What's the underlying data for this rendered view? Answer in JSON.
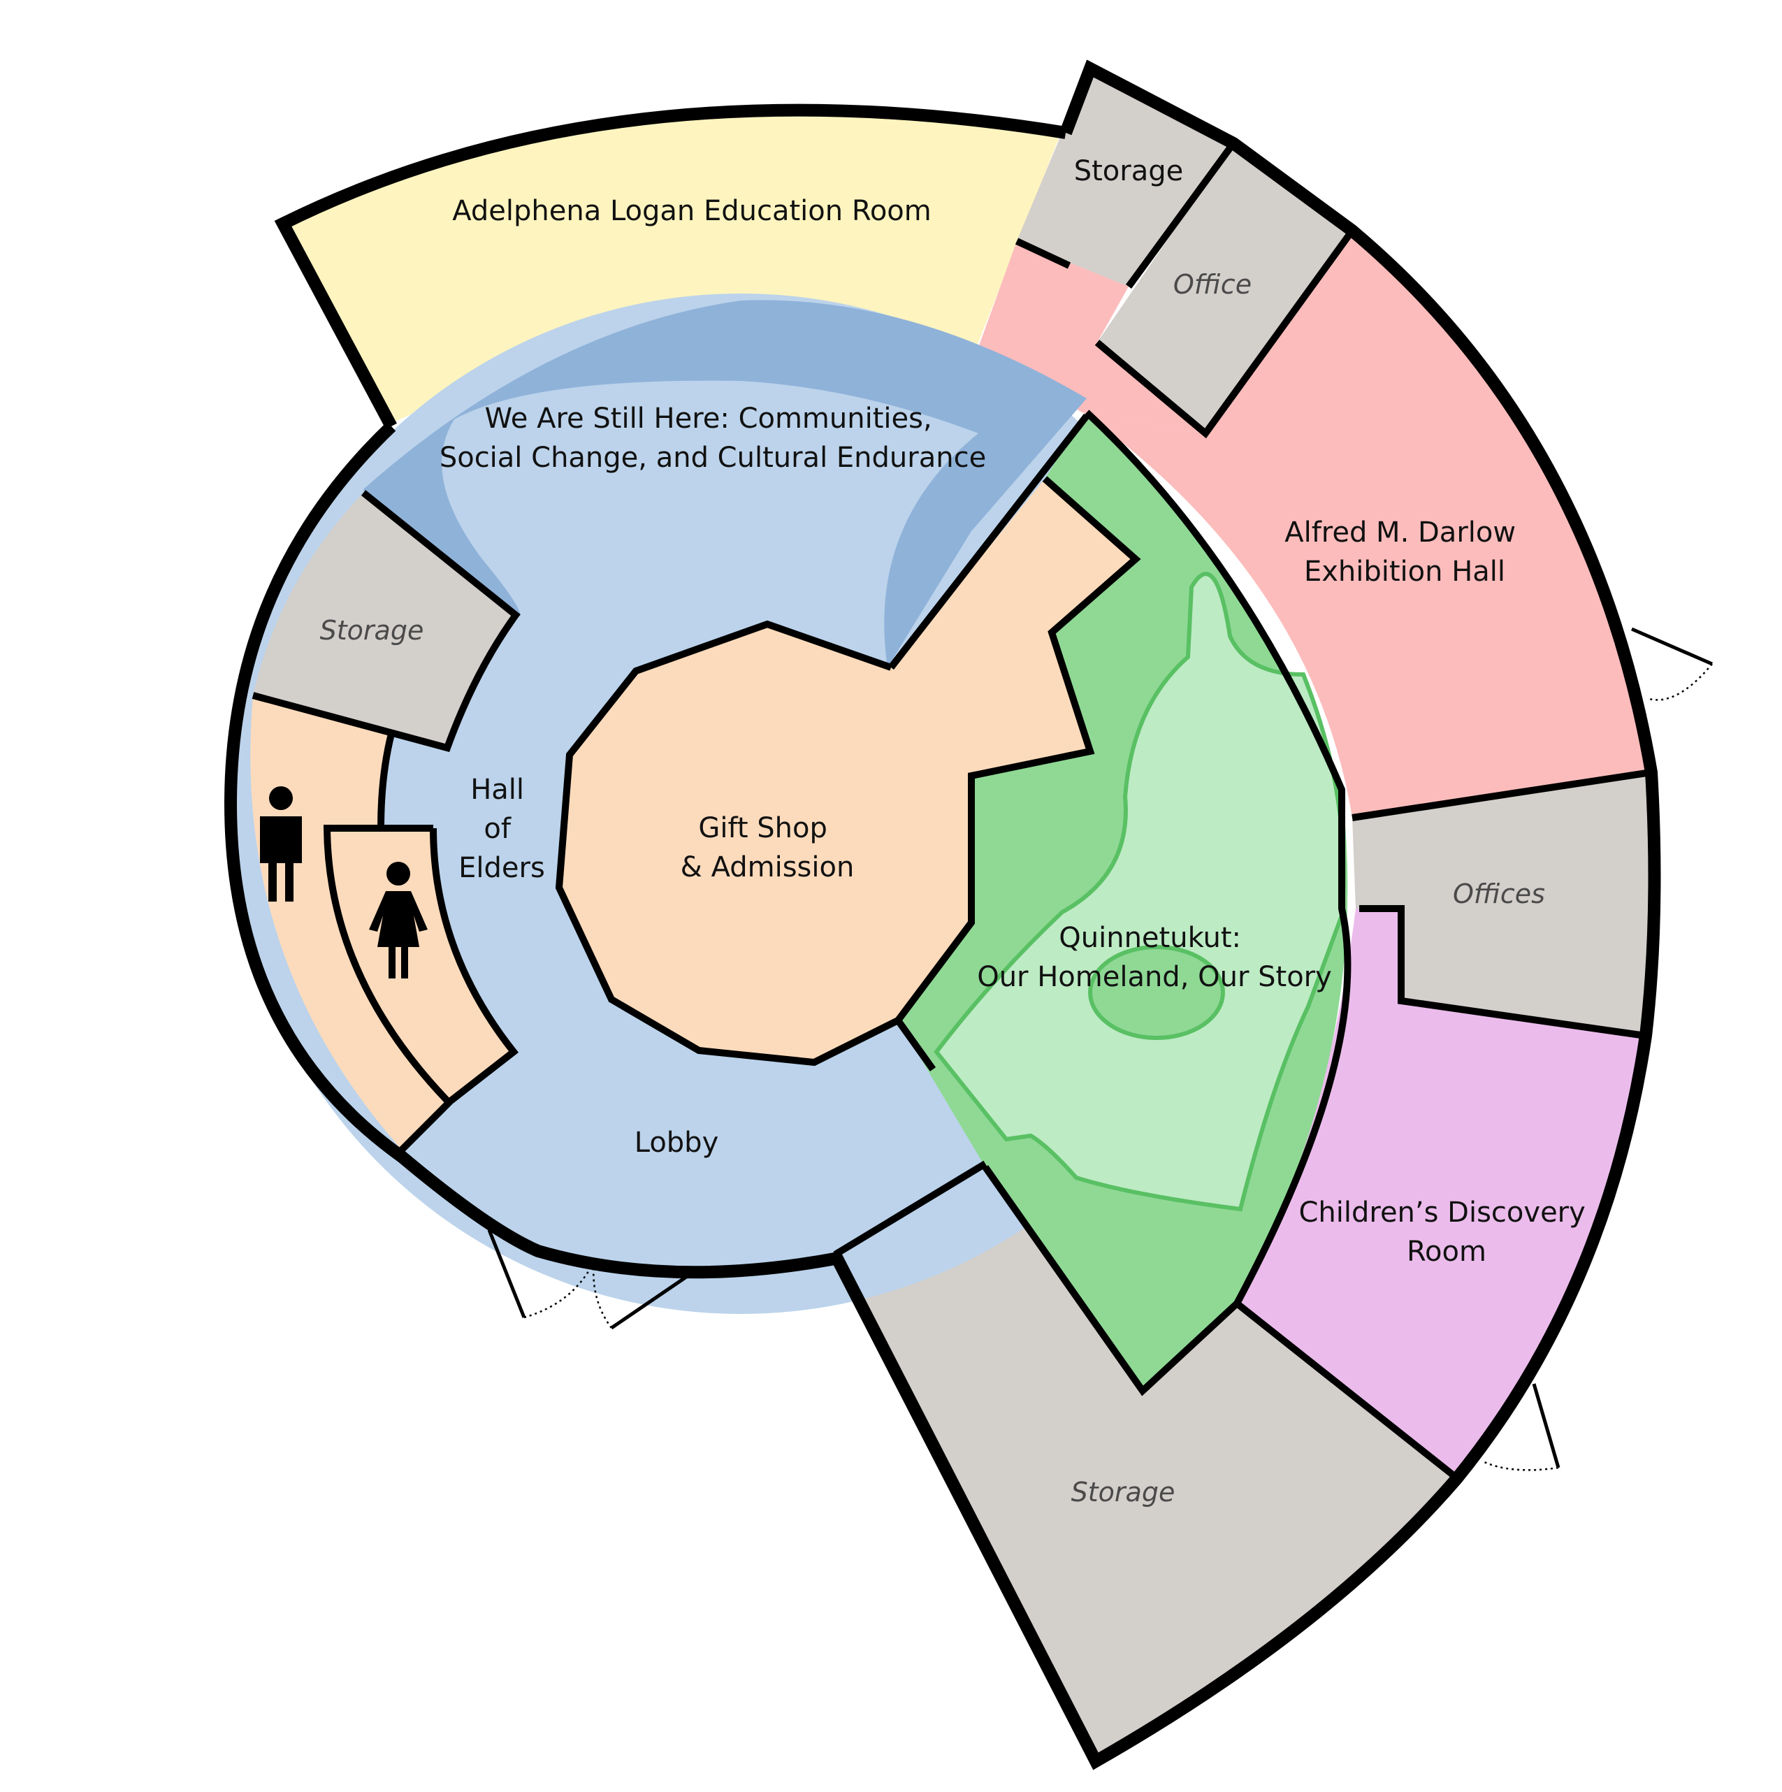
{
  "floorplan": {
    "rooms": {
      "education_room": "Adelphena Logan Education Room",
      "storage_top": "Storage",
      "office_top": "Office",
      "exhibition_hall": [
        "Alfred M. Darlow",
        "Exhibition Hall"
      ],
      "we_are_still_here": [
        "We Are Still Here: Communities,",
        "Social Change, and Cultural Endurance"
      ],
      "storage_left": "Storage",
      "hall_of_elders": [
        "Hall",
        "of",
        "Elders"
      ],
      "gift_shop": [
        "Gift Shop",
        "& Admission"
      ],
      "quinnetukut": [
        "Quinnetukut:",
        "Our Homeland, Our Story"
      ],
      "offices_right": "Offices",
      "childrens_room": [
        "Children’s Discovery",
        "Room"
      ],
      "lobby": "Lobby",
      "storage_bottom": "Storage"
    },
    "icons": {
      "men_restroom": "men-restroom-icon",
      "women_restroom": "women-restroom-icon"
    },
    "colors": {
      "education": "#fdf4bf",
      "storage": "#d3cfcb",
      "exhibition": "#fcbcbc",
      "corridor": "#bcd3eb",
      "we_are_dark": "#8fb2d9",
      "we_are_outline": "#5b89c8",
      "gift": "#fcdbbc",
      "restroom": "#fcdbbc",
      "green_dark": "#8fd995",
      "green_light": "#bdebc4",
      "green_outline": "#59c063",
      "children": "#ebbceb",
      "wall": "#000000"
    }
  }
}
